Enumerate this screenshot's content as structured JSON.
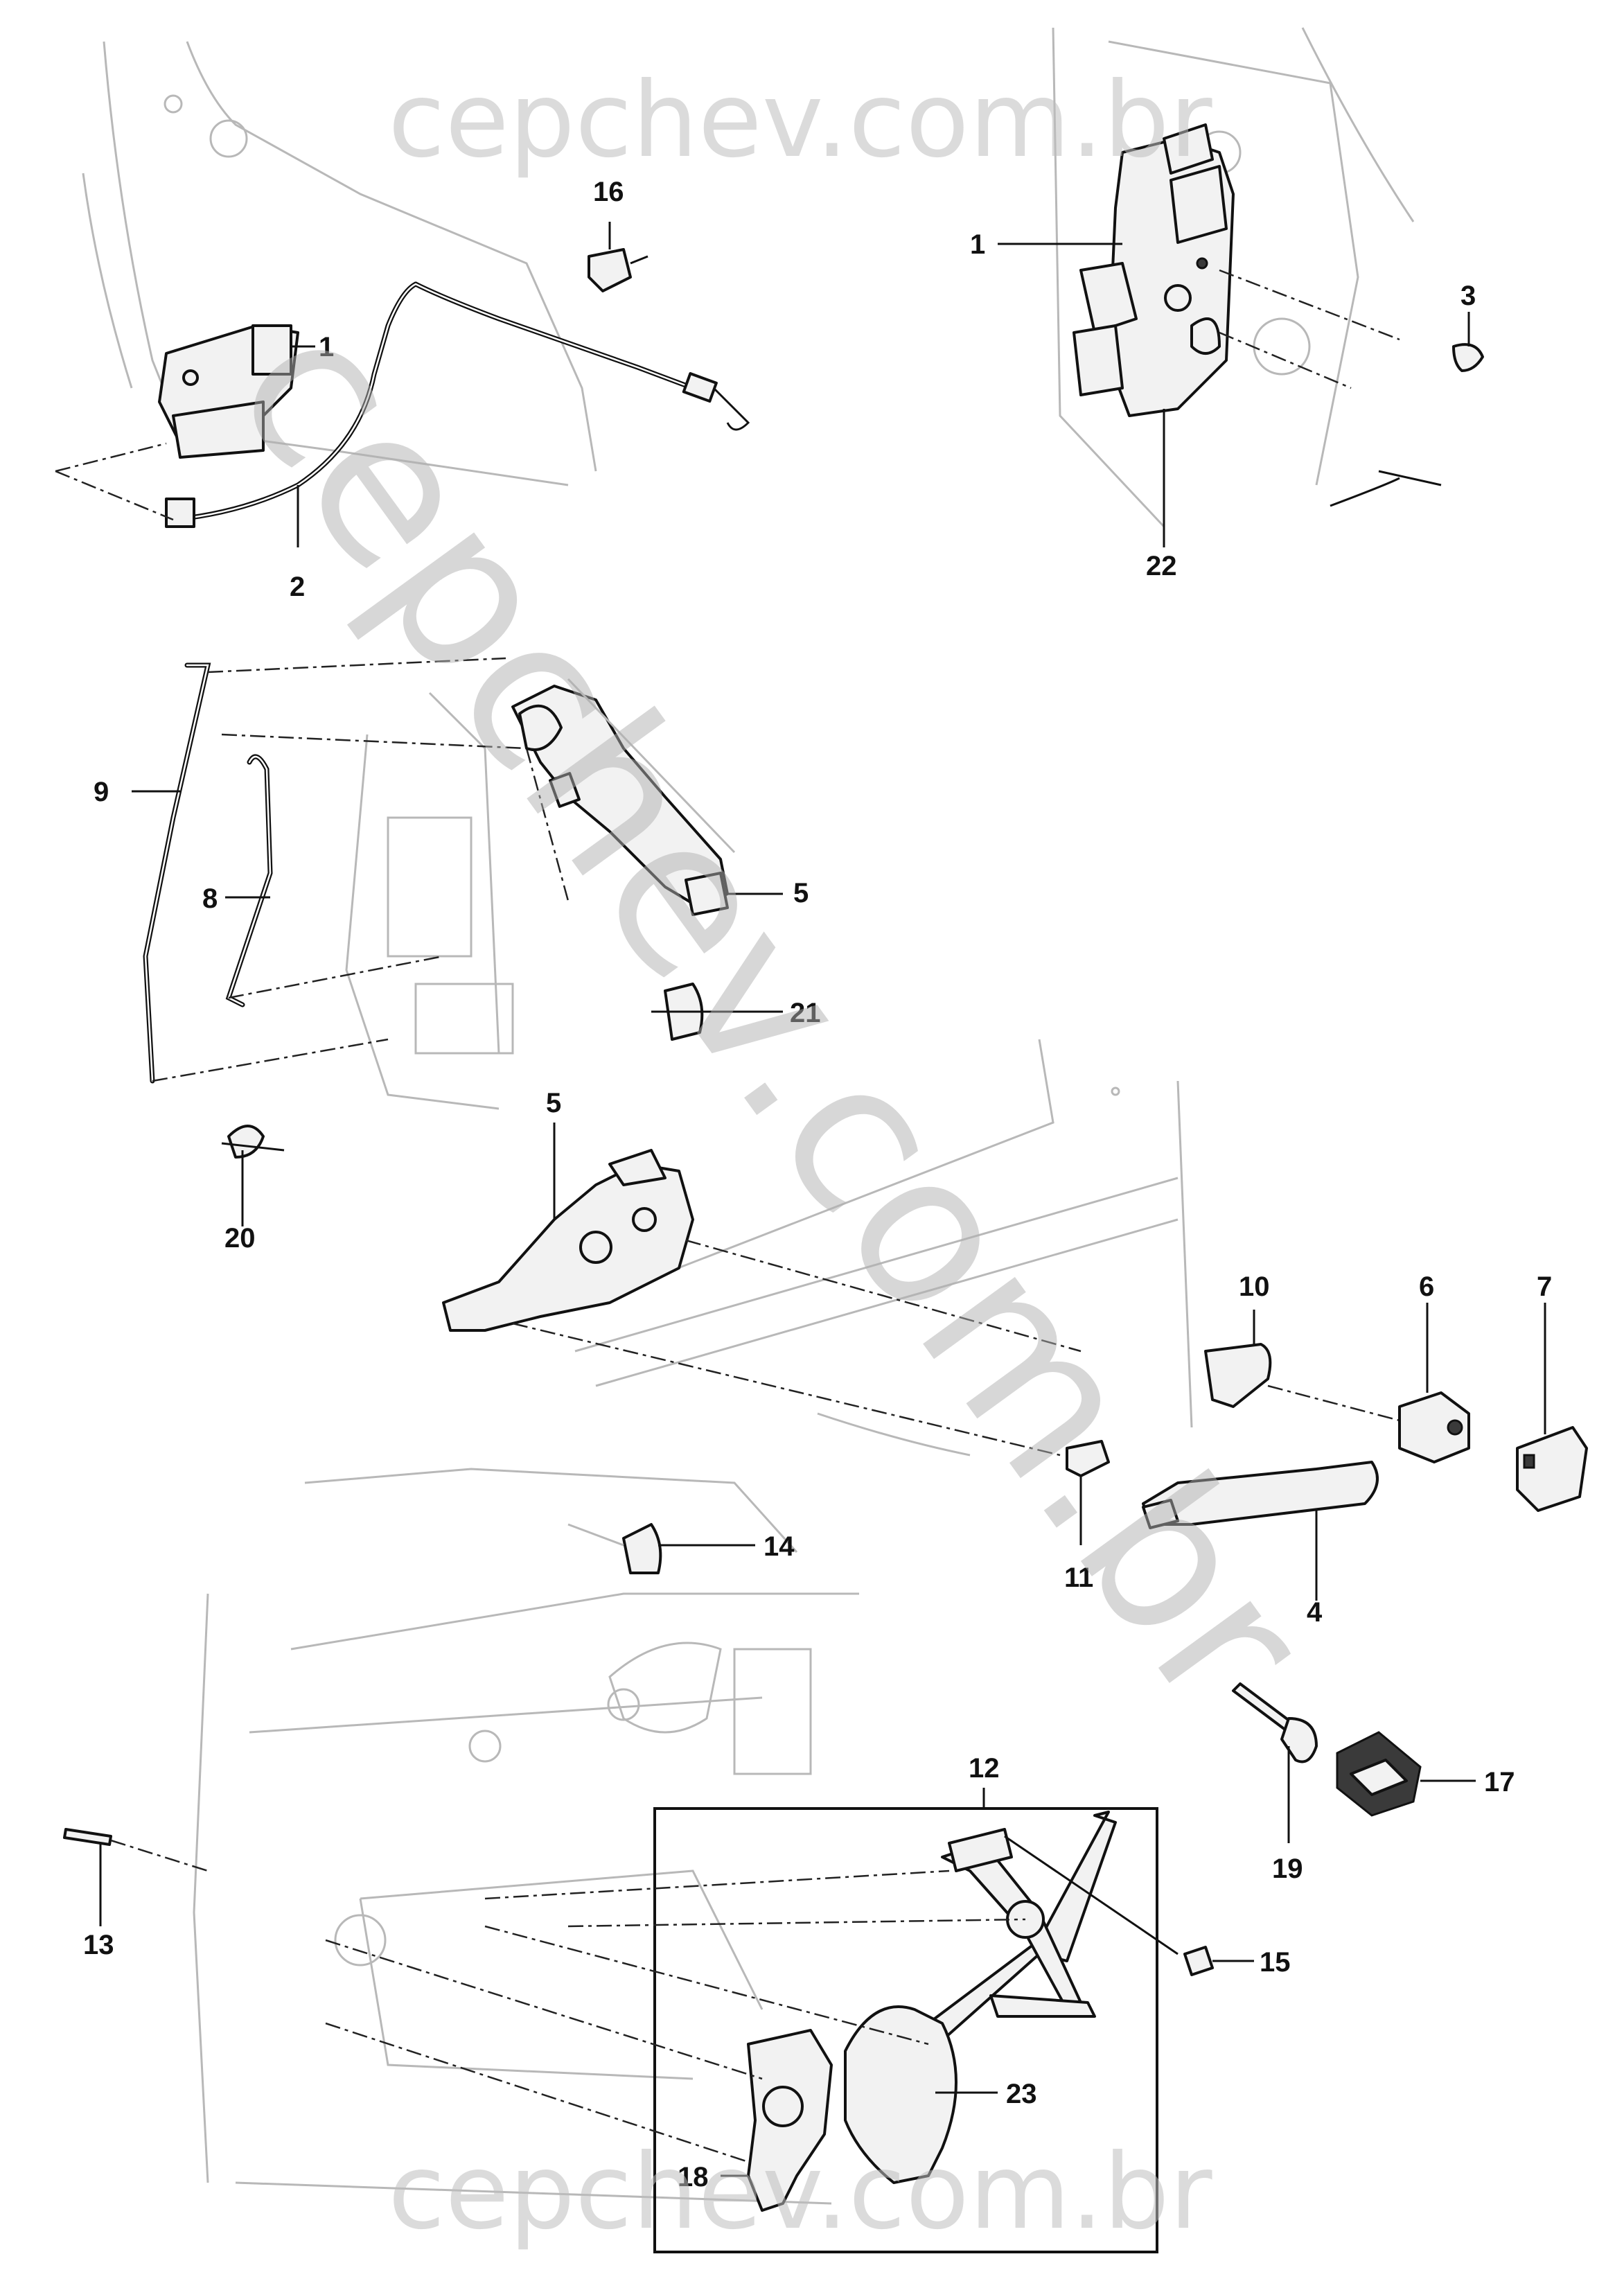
{
  "watermark": {
    "top": "cepchev.com.br",
    "bottom": "cepchev.com.br",
    "diagonal": "cepchev.com.br"
  },
  "callouts": {
    "c1_left": "1",
    "c1_right": "1",
    "c2": "2",
    "c3": "3",
    "c4": "4",
    "c5_upper": "5",
    "c5_lower": "5",
    "c6": "6",
    "c7": "7",
    "c8": "8",
    "c9": "9",
    "c10": "10",
    "c11": "11",
    "c12": "12",
    "c13": "13",
    "c14": "14",
    "c15": "15",
    "c16": "16",
    "c17": "17",
    "c18": "18",
    "c19": "19",
    "c20": "20",
    "c21": "21",
    "c22": "22",
    "c23": "23"
  }
}
